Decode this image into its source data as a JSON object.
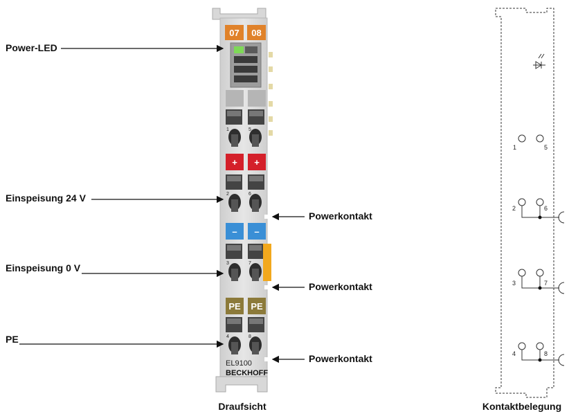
{
  "labels": {
    "power_led": "Power-LED",
    "supply_24v": "Einspeisung 24 V",
    "supply_0v": "Einspeisung 0 V",
    "pe": "PE",
    "power_contact_1": "Powerkontakt",
    "power_contact_2": "Powerkontakt",
    "power_contact_3": "Powerkontakt",
    "caption_top_view": "Draufsicht",
    "caption_pinout": "Kontaktbelegung"
  },
  "terminal": {
    "channel_left": "07",
    "channel_right": "08",
    "plus": "+",
    "minus": "–",
    "pe_left": "PE",
    "pe_right": "PE",
    "model": "EL9100",
    "brand": "BECKHOFF",
    "pin_labels": [
      "1",
      "5",
      "2",
      "6",
      "3",
      "7",
      "4",
      "8"
    ]
  },
  "pinout": {
    "rows": [
      {
        "left": "1",
        "right": "5"
      },
      {
        "left": "2",
        "right": "6"
      },
      {
        "left": "3",
        "right": "7"
      },
      {
        "left": "4",
        "right": "8"
      }
    ]
  },
  "colors": {
    "channel_chip": "#e0822a",
    "plus_chip": "#d4202a",
    "minus_chip": "#3a8fd6",
    "pe_chip": "#8c7a3a",
    "led_green": "#7ed957",
    "side_tab": "#f2a81d",
    "housing": "#dcdcdc"
  }
}
